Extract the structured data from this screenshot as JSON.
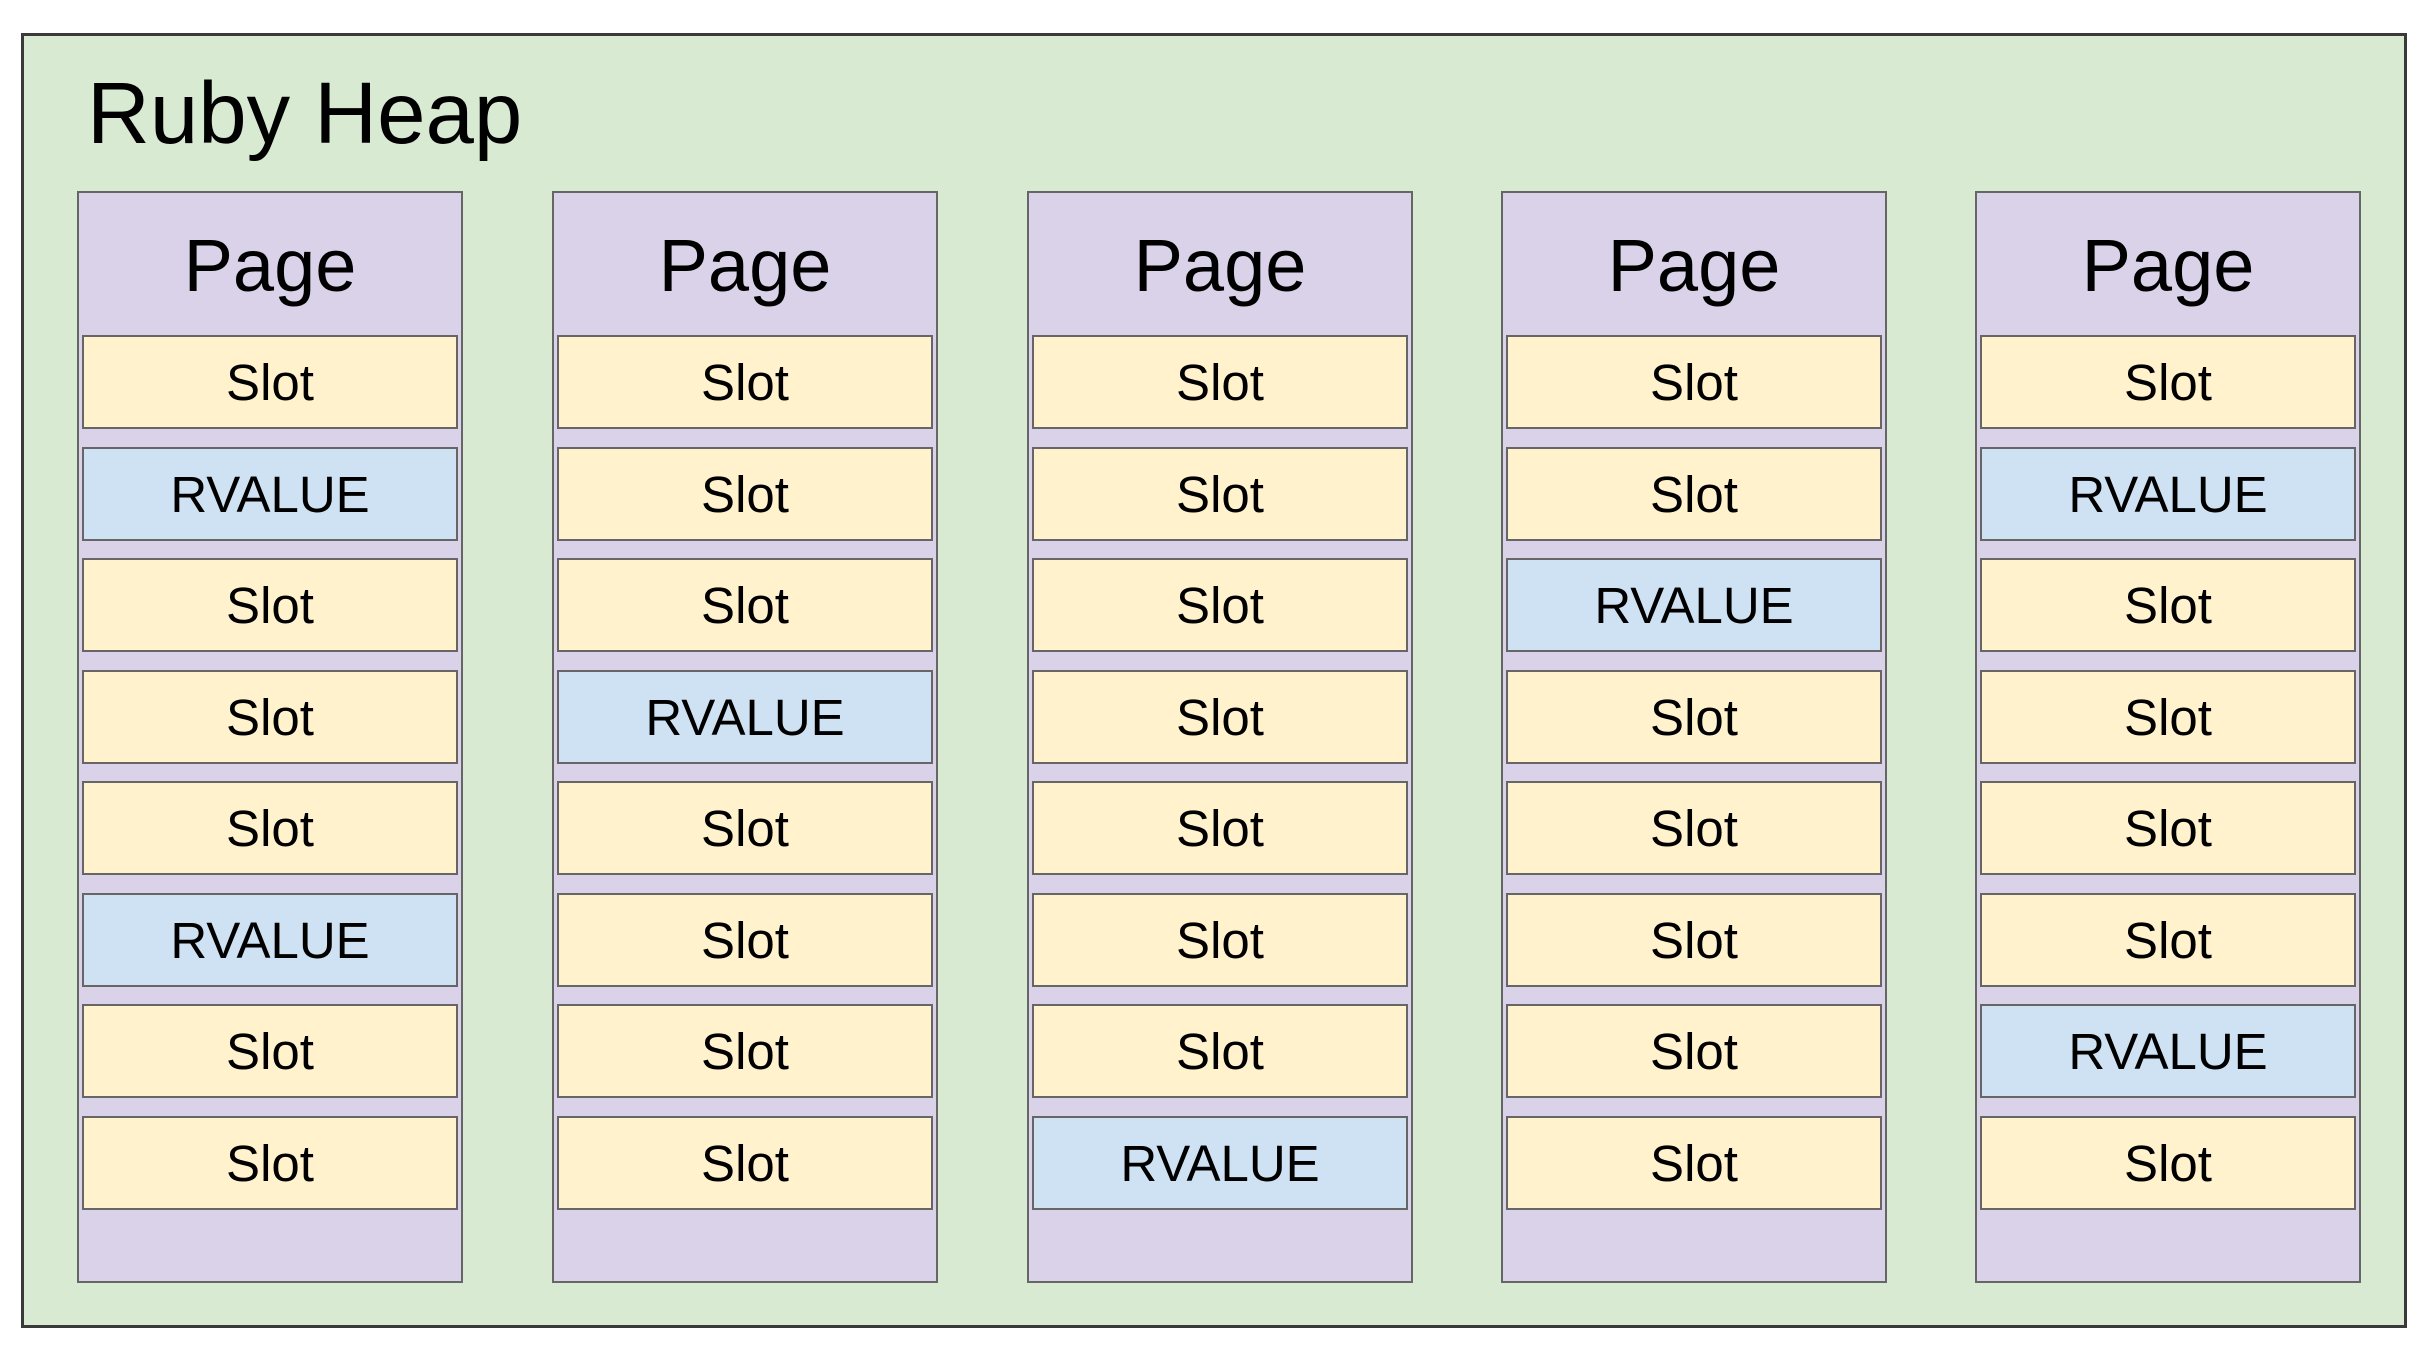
{
  "heap": {
    "title": "Ruby Heap",
    "colors": {
      "heap_fill": "#d9ead3",
      "page_fill": "#d9d2e9",
      "slot_fill": "#fff2cc",
      "rvalue_fill": "#cfe2f3",
      "border": "#666666"
    },
    "pages": [
      {
        "label": "Page",
        "slots": [
          "Slot",
          "RVALUE",
          "Slot",
          "Slot",
          "Slot",
          "RVALUE",
          "Slot",
          "Slot"
        ]
      },
      {
        "label": "Page",
        "slots": [
          "Slot",
          "Slot",
          "Slot",
          "RVALUE",
          "Slot",
          "Slot",
          "Slot",
          "Slot"
        ]
      },
      {
        "label": "Page",
        "slots": [
          "Slot",
          "Slot",
          "Slot",
          "Slot",
          "Slot",
          "Slot",
          "Slot",
          "RVALUE"
        ]
      },
      {
        "label": "Page",
        "slots": [
          "Slot",
          "Slot",
          "RVALUE",
          "Slot",
          "Slot",
          "Slot",
          "Slot",
          "Slot"
        ]
      },
      {
        "label": "Page",
        "slots": [
          "Slot",
          "RVALUE",
          "Slot",
          "Slot",
          "Slot",
          "Slot",
          "RVALUE",
          "Slot"
        ]
      }
    ]
  }
}
